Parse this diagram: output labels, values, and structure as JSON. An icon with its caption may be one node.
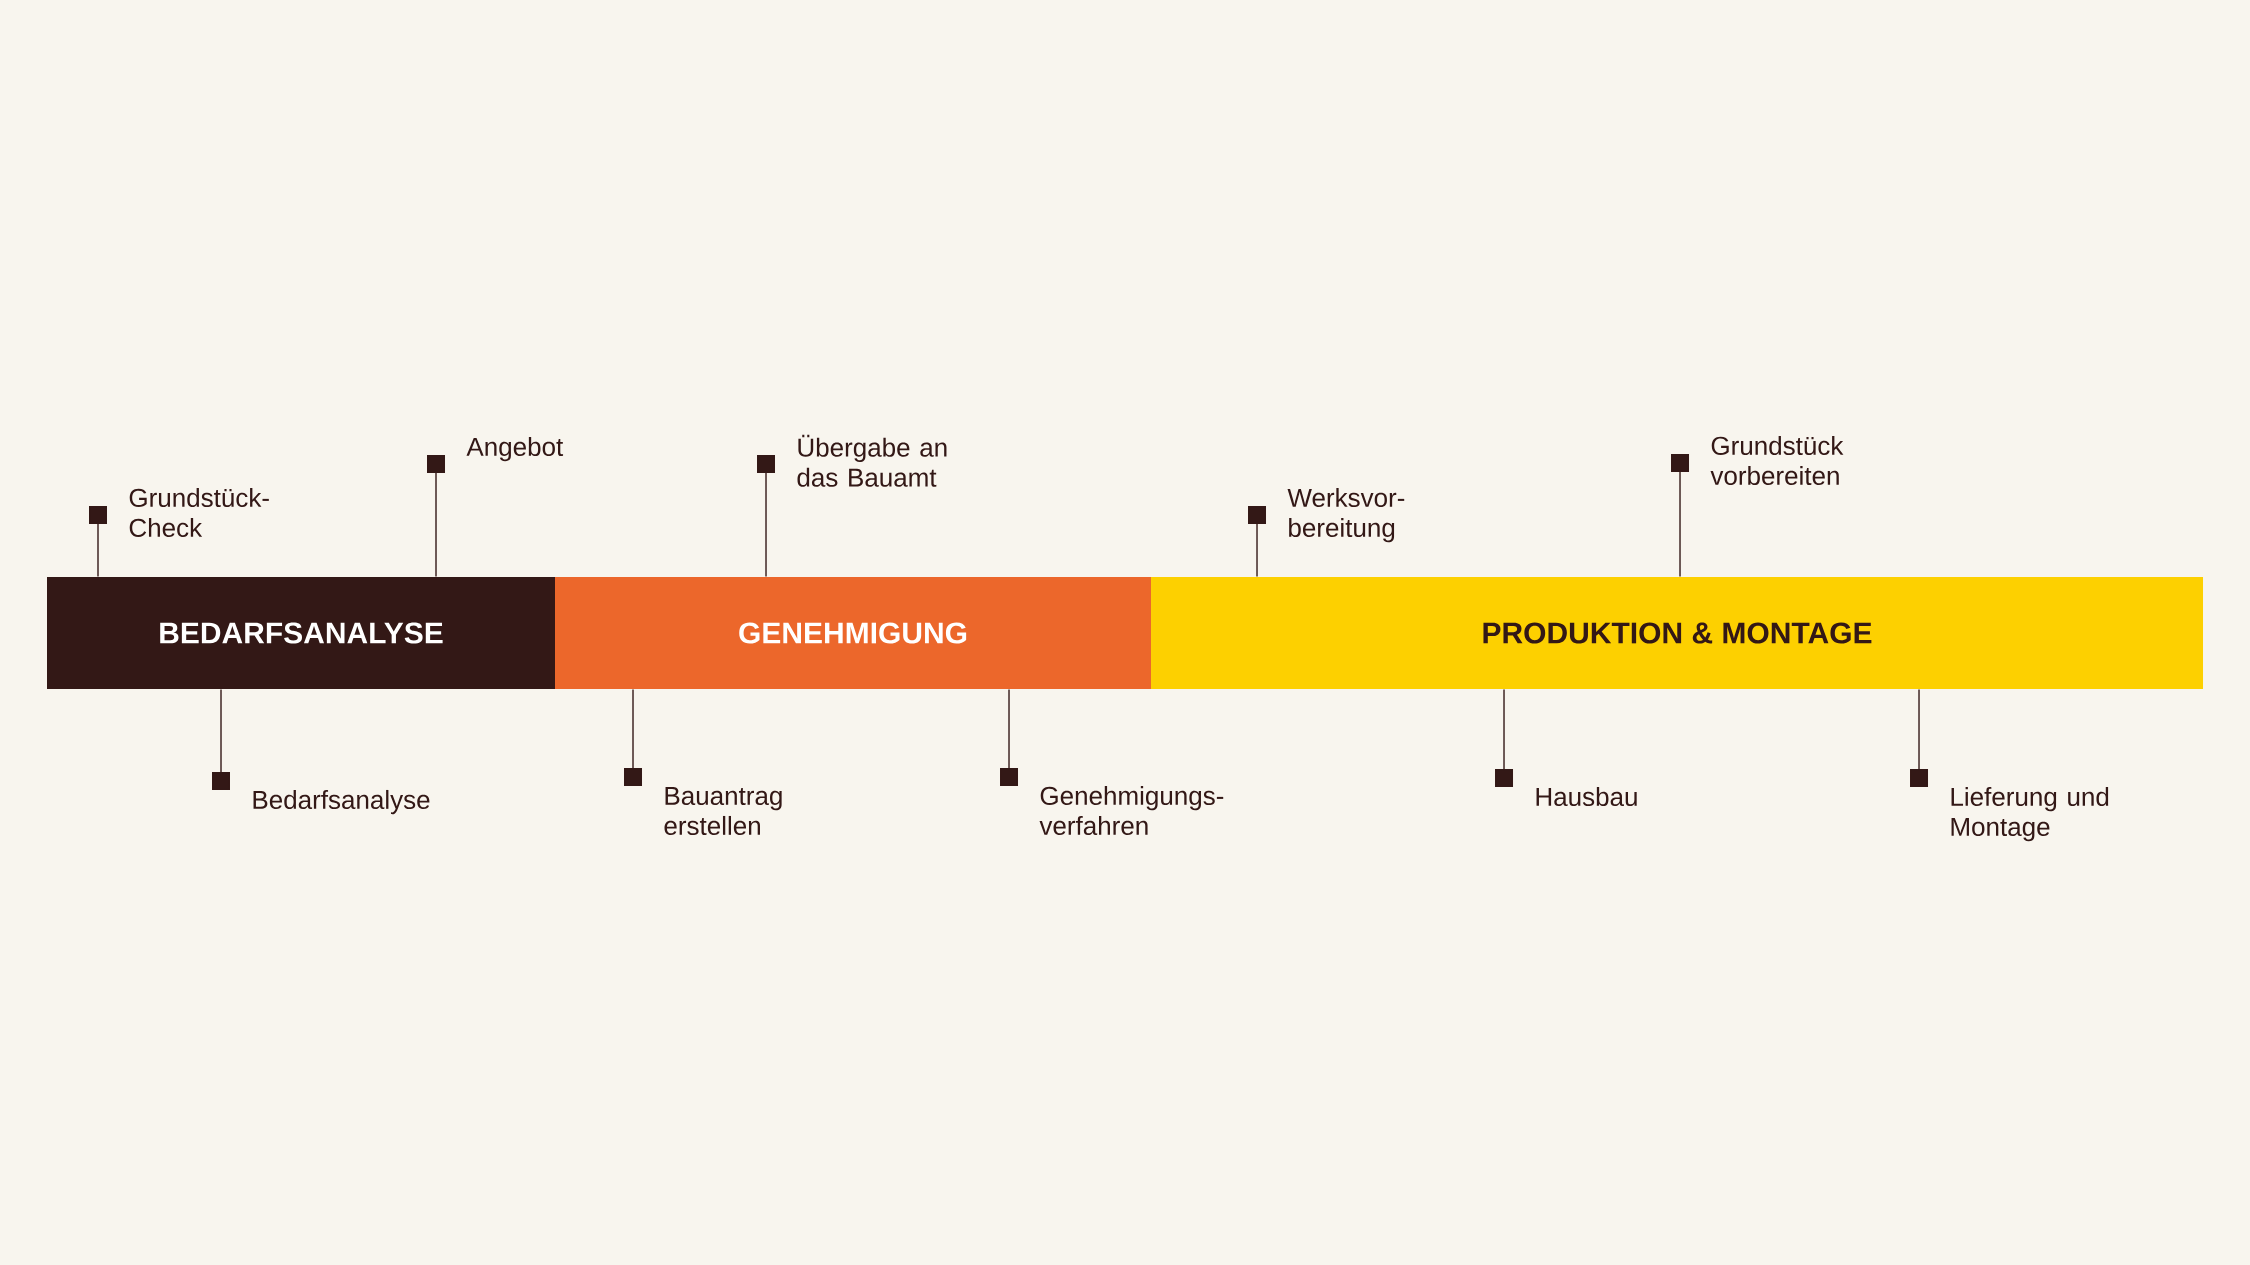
{
  "diagram": {
    "nodes": [
      {
        "text": [
          "BEDARFSANALYSE"
        ]
      },
      {
        "text": [
          "GENEHMIGUNG"
        ]
      },
      {
        "text": [
          "PRODUKTION & MONTAGE"
        ]
      },
      {
        "text": [
          "Grundstück-Check"
        ]
      },
      {
        "text": [
          "Angebot"
        ]
      },
      {
        "text": [
          "Übergabe an das Bauamt"
        ]
      },
      {
        "text": [
          "Werksvor-bereitung"
        ]
      },
      {
        "text": [
          "Grundstück vorbereiten"
        ]
      },
      {
        "text": [
          "Bedarfsanalyse"
        ]
      },
      {
        "text": [
          "Bauantrag erstellen"
        ]
      },
      {
        "text": [
          "Genehmigungs-verfahren"
        ]
      },
      {
        "text": [
          "Hausbau"
        ]
      },
      {
        "text": [
          "Lieferung und Montage"
        ]
      }
    ],
    "edges": [
      {
        "from": 3,
        "to": 0,
        "arrow": "other"
      },
      {
        "from": 4,
        "to": 0,
        "arrow": "other"
      },
      {
        "from": 5,
        "to": 1,
        "arrow": "other"
      },
      {
        "from": 6,
        "to": 2,
        "arrow": "other"
      },
      {
        "from": 7,
        "to": 2,
        "arrow": "other"
      },
      {
        "from": 8,
        "to": 0,
        "arrow": "other"
      },
      {
        "from": 9,
        "to": 1,
        "arrow": "other"
      },
      {
        "from": 10,
        "to": 1,
        "arrow": "other"
      },
      {
        "from": 11,
        "to": 2,
        "arrow": "other"
      },
      {
        "from": 12,
        "to": 2,
        "arrow": "other"
      }
    ]
  }
}
